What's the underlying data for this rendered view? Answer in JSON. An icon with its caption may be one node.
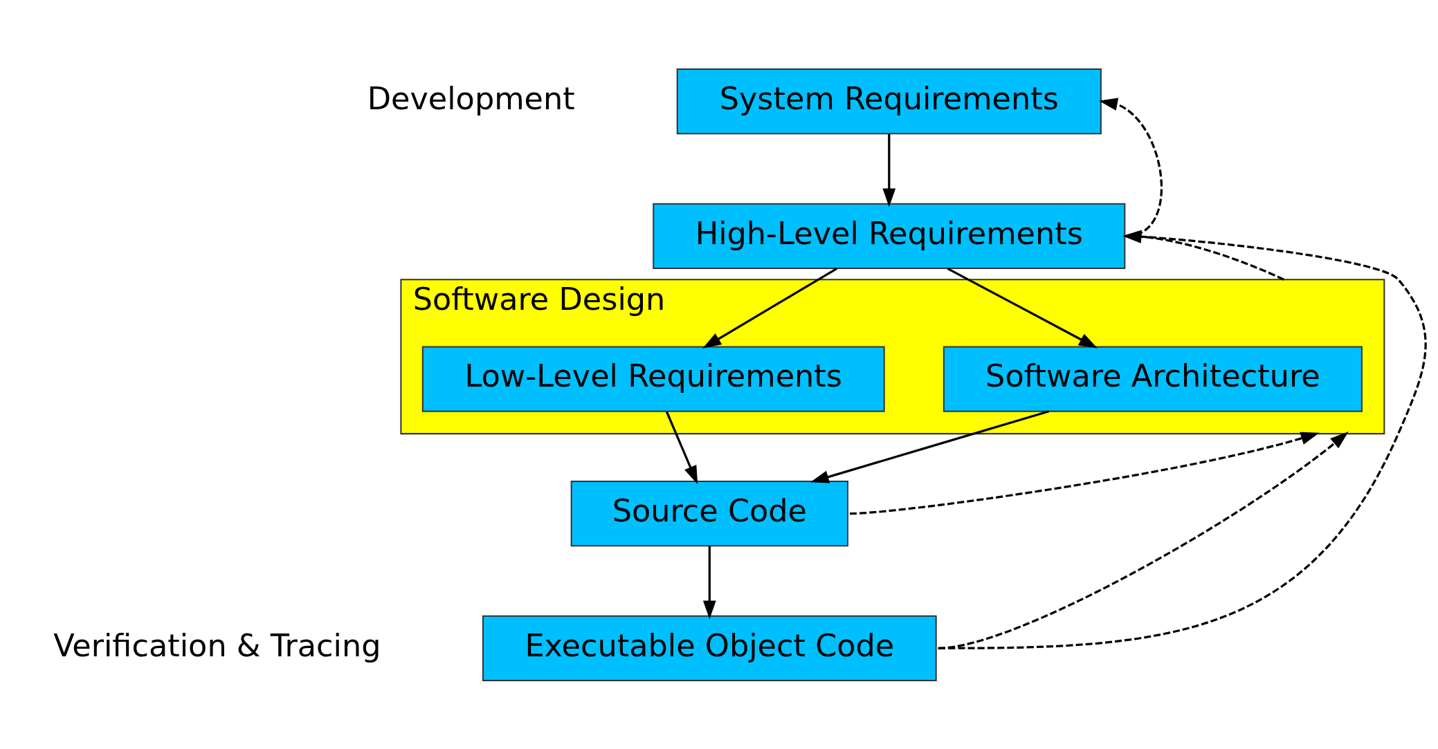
{
  "diagram": {
    "nodes": [
      {
        "text": [
          "System Requirements"
        ]
      },
      {
        "text": [
          "High-Level Requirements"
        ]
      },
      {
        "text": [
          "Software Design"
        ]
      },
      {
        "text": [
          "Software Architecture"
        ],
        "in": 2
      },
      {
        "text": [
          "Low-Level Requirements"
        ],
        "in": 2
      },
      {
        "text": [
          "Source Code"
        ]
      },
      {
        "text": [
          "Executable Object Code"
        ]
      }
    ],
    "edges": [
      {
        "from": 0,
        "to": 1,
        "arrow": "to"
      },
      {
        "from": 1,
        "to": 3,
        "arrow": "to"
      },
      {
        "from": 1,
        "to": 4,
        "arrow": "to"
      },
      {
        "from": 3,
        "to": 5,
        "arrow": "to"
      },
      {
        "from": 4,
        "to": 5,
        "arrow": "to"
      },
      {
        "from": 5,
        "to": 6,
        "arrow": "to"
      },
      {
        "from": 1,
        "to": 0,
        "arrow": "to",
        "style": "dashed"
      },
      {
        "from": 2,
        "to": 1,
        "arrow": "to",
        "style": "dashed"
      },
      {
        "from": 5,
        "to": 2,
        "arrow": "to",
        "style": "dashed"
      },
      {
        "from": 6,
        "to": 2,
        "arrow": "to",
        "style": "dashed"
      },
      {
        "from": 6,
        "to": 1,
        "arrow": "to",
        "style": "dashed"
      }
    ],
    "labels": [
      "Development",
      "Verification & Tracing"
    ]
  }
}
